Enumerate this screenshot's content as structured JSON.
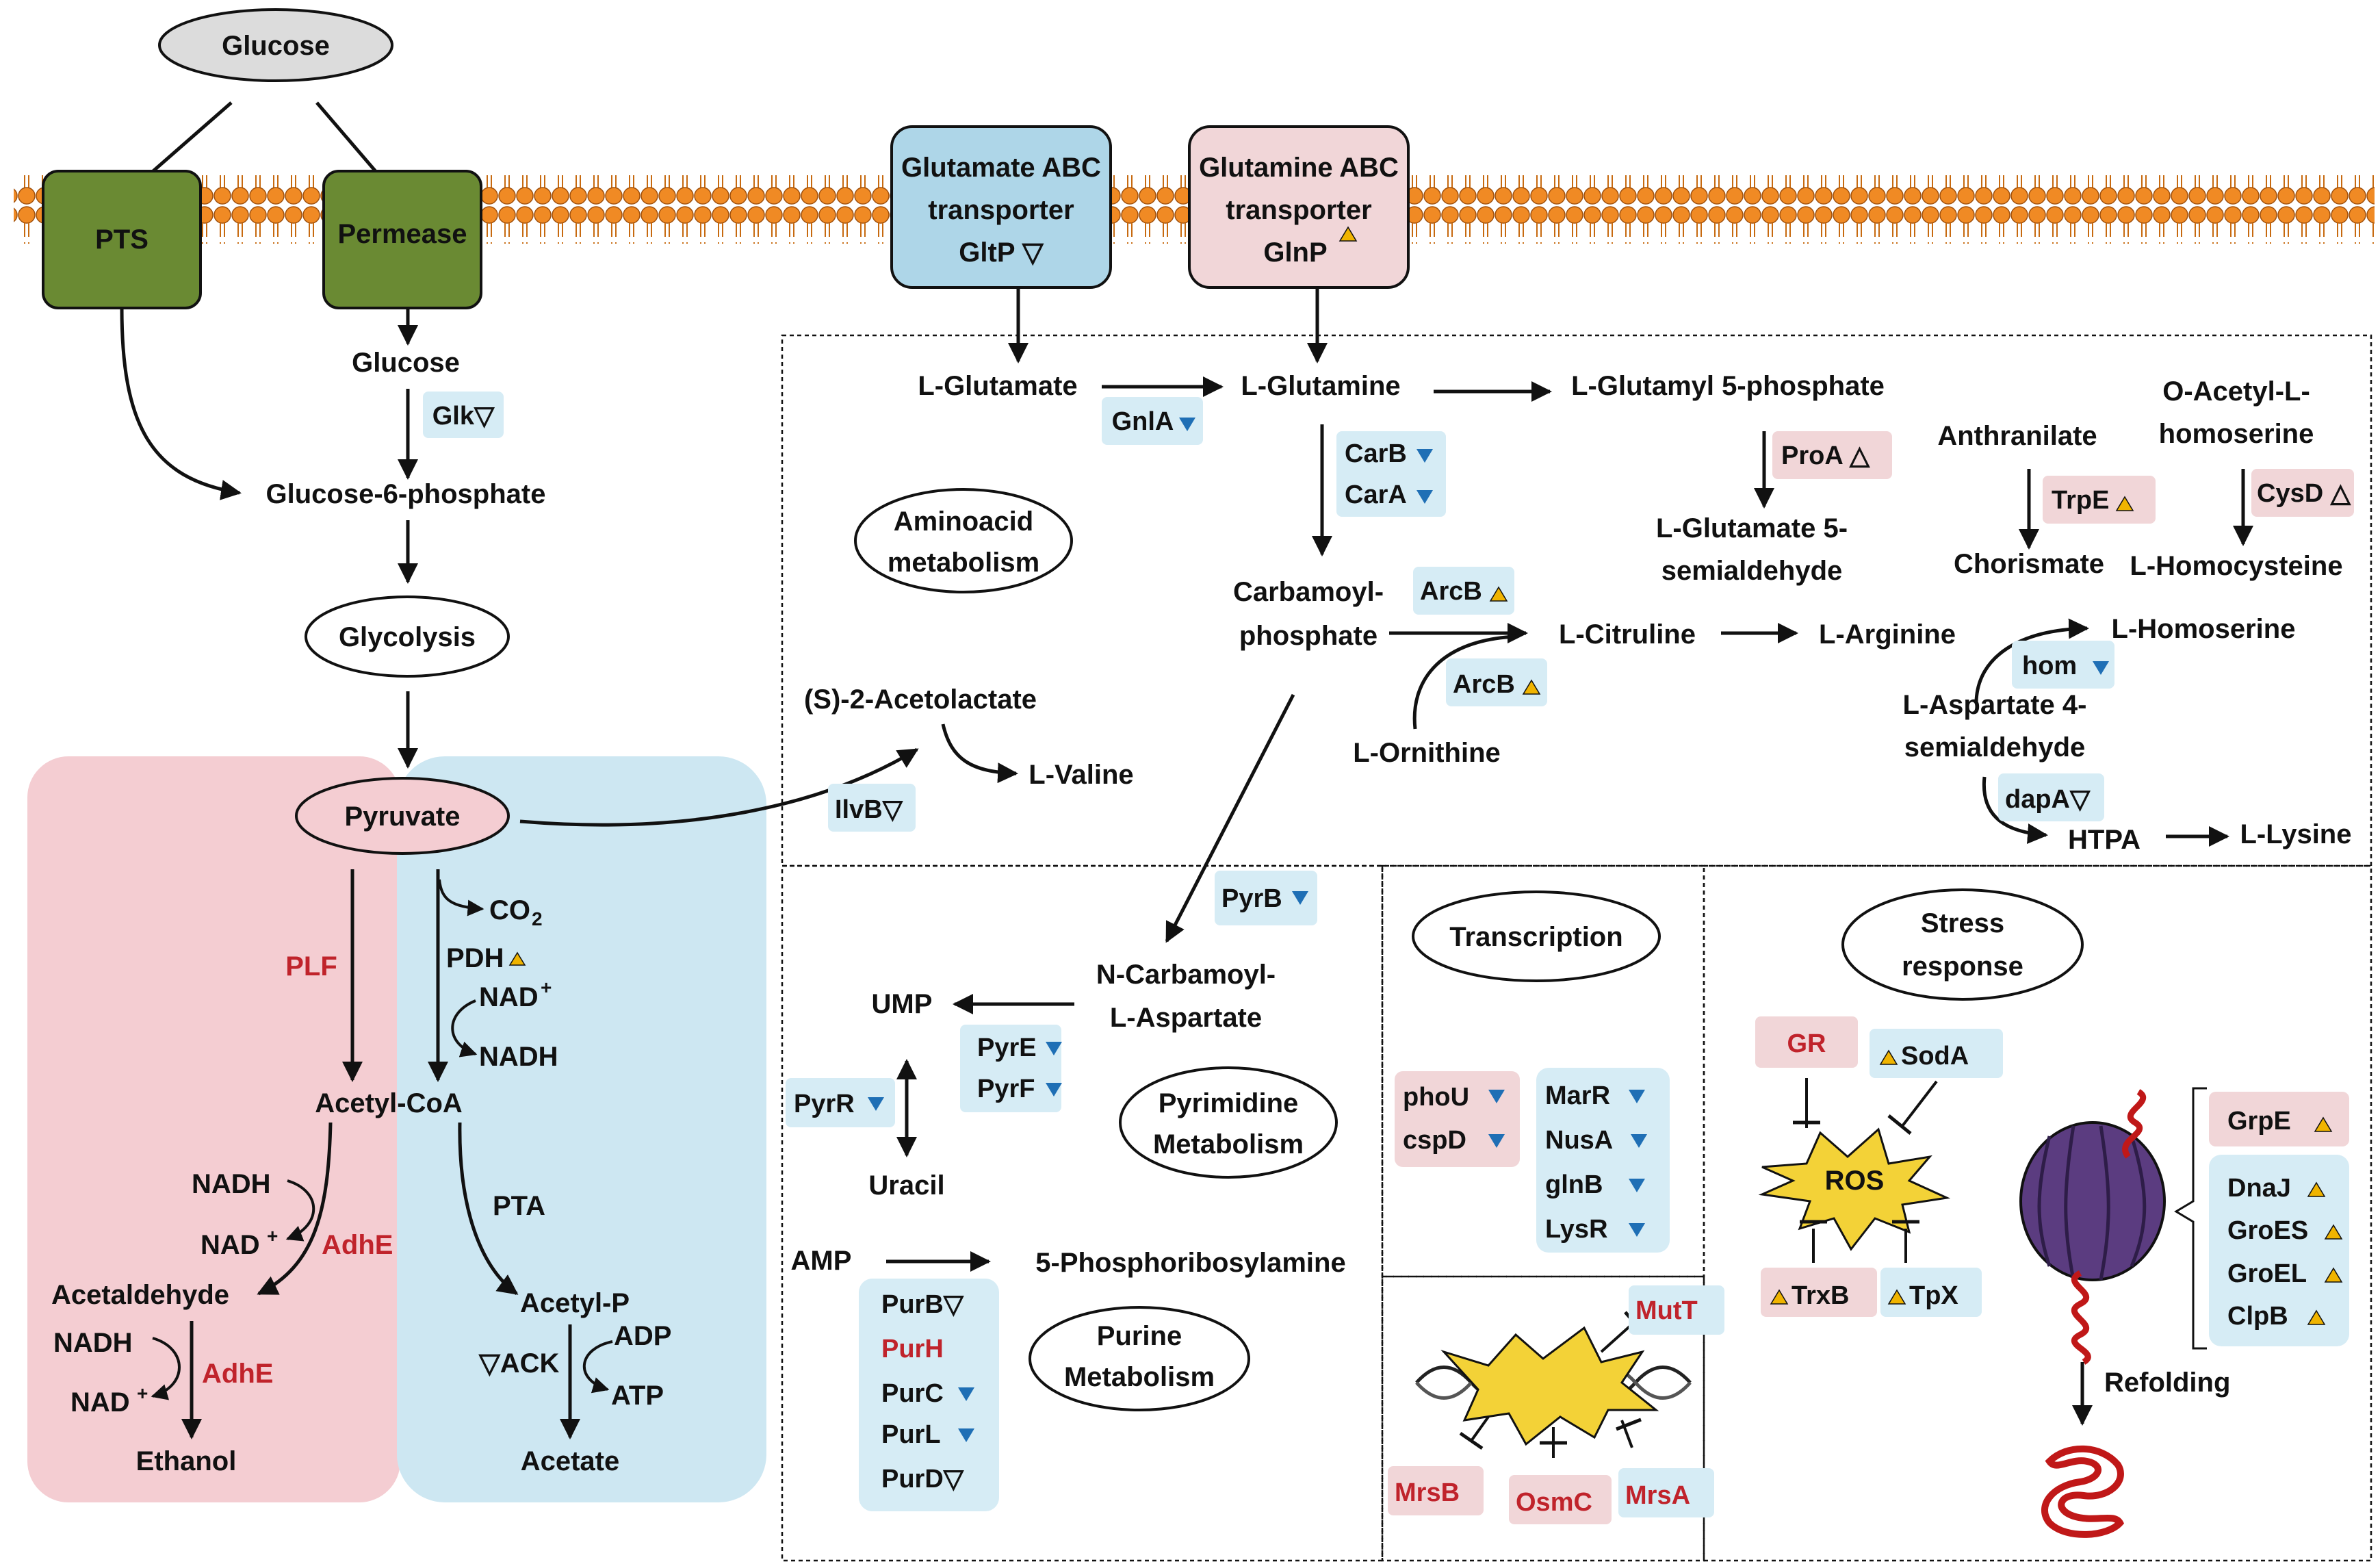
{
  "membrane": {
    "pts": "PTS",
    "permease": "Permease",
    "gltp": [
      "Glutamate ABC",
      "transporter",
      "GltP ▽"
    ],
    "glnp": [
      "Glutamine ABC",
      "transporter",
      "GlnP"
    ]
  },
  "glycolysis": {
    "glucose_ext": "Glucose",
    "glucose_int": "Glucose",
    "glk": "Glk▽",
    "g6p": "Glucose-6-phosphate",
    "glycolysis": "Glycolysis",
    "pyruvate": "Pyruvate",
    "plf": "PLF",
    "co2": "CO",
    "co2_sub": "2",
    "pdh": "PDH",
    "nad_plus": "NAD",
    "nadh": "NADH",
    "acetyl_coa": "Acetyl-CoA",
    "pta": "PTA",
    "acetyl_p": "Acetyl-P",
    "ack": "▽ACK",
    "adp": "ADP",
    "atp": "ATP",
    "acetate": "Acetate",
    "nadh_1": "NADH",
    "nad_1": "NAD",
    "adhe_1": "AdhE",
    "acetaldehyde": "Acetaldehyde",
    "nadh_2": "NADH",
    "nad_2": "NAD",
    "adhe_2": "AdhE",
    "ethanol": "Ethanol",
    "plus": "+"
  },
  "amino": {
    "title": [
      "Aminoacid",
      "metabolism"
    ],
    "l_glutamate": "L-Glutamate",
    "glna": "GnlA",
    "l_glutamine": "L-Glutamine",
    "carb": "CarB",
    "cara": "CarA",
    "carbamoyl": [
      "Carbamoyl-",
      "phosphate"
    ],
    "arcb_1": "ArcB",
    "arcb_2": "ArcB",
    "l_citruline": "L-Citruline",
    "l_arginine": "L-Arginine",
    "l_ornithine": "L-Ornithine",
    "l_glutamyl": "L-Glutamyl 5-phosphate",
    "proa": "ProA △",
    "l_glutamate5": [
      "L-Glutamate 5-",
      "semialdehyde"
    ],
    "anthranilate": "Anthranilate",
    "trpe": "TrpE",
    "chorismate": "Chorismate",
    "o_acetyl": [
      "O-Acetyl-L-",
      "homoserine"
    ],
    "cysd": "CysD △",
    "l_homocysteine": "L-Homocysteine",
    "l_homoserine": "L-Homoserine",
    "hom": "hom",
    "l_aspartate": [
      "L-Aspartate 4-",
      "semialdehyde"
    ],
    "dapa": "dapA▽",
    "htpa": "HTPA",
    "l_lysine": "L-Lysine",
    "acetolactate": "(S)-2-Acetolactate",
    "ilvb": "IlvB▽",
    "l_valine": "L-Valine"
  },
  "nucleotide": {
    "pyrb": "PyrB",
    "n_carbamoyl": [
      "N-Carbamoyl-",
      "L-Aspartate"
    ],
    "ump": "UMP",
    "pyre": "PyrE",
    "pyrf": "PyrF",
    "pyrr": "PyrR",
    "uracil": "Uracil",
    "pyrimidine": [
      "Pyrimidine",
      "Metabolism"
    ],
    "amp": "AMP",
    "phosphoribosylamine": "5-Phosphoribosylamine",
    "purb": "PurB▽",
    "purh": "PurH",
    "purc": "PurC",
    "purl": "PurL",
    "purd": "PurD▽",
    "purine": [
      "Purine",
      "Metabolism"
    ]
  },
  "transcription": {
    "title": "Transcription",
    "phou": "phoU",
    "cspd": "cspD",
    "marr": "MarR",
    "nusa": "NusA",
    "glnb": "glnB",
    "lysr": "LysR"
  },
  "dna": {
    "mutt": "MutT",
    "mrsb": "MrsB",
    "osmc": "OsmC",
    "mrsa": "MrsA"
  },
  "stress": {
    "title": [
      "Stress",
      "response"
    ],
    "gr": "GR",
    "soda": "SodA",
    "ros": "ROS",
    "trxb": "TrxB",
    "tpx": "TpX",
    "grpe": "GrpE",
    "dnaj": "DnaJ",
    "groes": "GroES",
    "groel": "GroEL",
    "clpb": "ClpB",
    "refolding": "Refolding"
  },
  "colors": {
    "membrane_bead": "#f08a24",
    "transporter_green": "#6a8a33",
    "red_region": "#f4cdd2",
    "blue_region": "#cde7f2",
    "enzyme_blue_bg": "#d6ecf5",
    "enzyme_pink_bg": "#f1d6d8",
    "up_triangle": "#f0b400",
    "down_triangle": "#1f6fb5",
    "red_text": "#c0232b"
  }
}
